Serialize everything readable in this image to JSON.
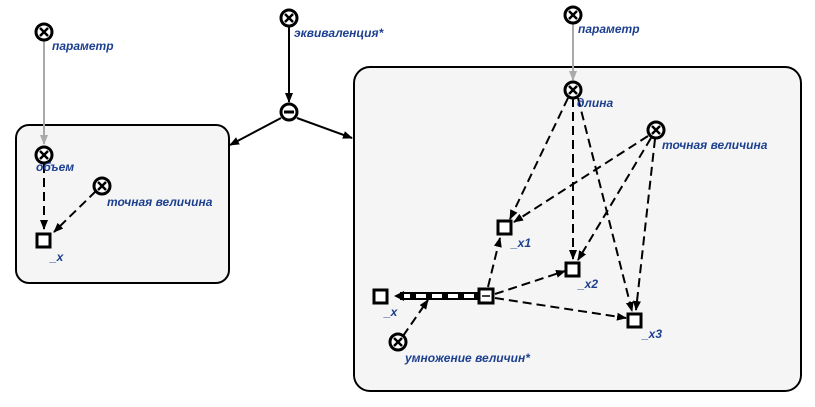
{
  "labels": {
    "param_left": "параметр",
    "equivalence": "эквиваленция*",
    "param_right": "параметр",
    "volume": "объем",
    "exact_left": "точная величина",
    "x_left": "_x",
    "length": "длина",
    "exact_right": "точная величина",
    "x1": "_x1",
    "x2": "_x2",
    "x3": "_x3",
    "x_right": "_x",
    "multiply": "умножение величин*"
  },
  "colors": {
    "label": "#1c3f8f",
    "stroke": "#000000",
    "frame_fill": "#f5f5f5",
    "gray_arrow": "#aaaaaa"
  }
}
